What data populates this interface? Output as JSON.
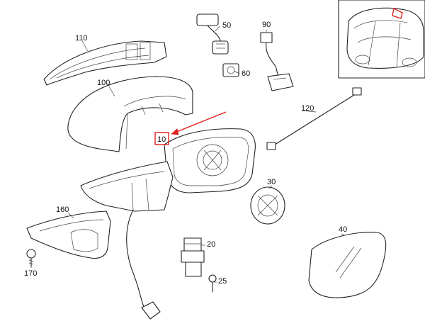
{
  "diagram": {
    "callouts": [
      {
        "id": "110",
        "text": "110"
      },
      {
        "id": "100",
        "text": "100"
      },
      {
        "id": "50",
        "text": "50"
      },
      {
        "id": "90",
        "text": "90"
      },
      {
        "id": "60",
        "text": "60"
      },
      {
        "id": "120",
        "text": "120"
      },
      {
        "id": "10",
        "text": "10"
      },
      {
        "id": "30",
        "text": "30"
      },
      {
        "id": "160",
        "text": "160"
      },
      {
        "id": "170",
        "text": "170"
      },
      {
        "id": "20",
        "text": "20"
      },
      {
        "id": "25",
        "text": "25"
      },
      {
        "id": "40",
        "text": "40"
      }
    ],
    "highlight_color": "#e02020"
  }
}
